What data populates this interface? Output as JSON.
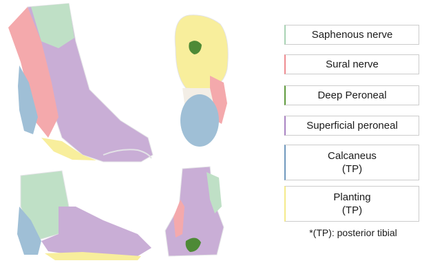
{
  "legend": [
    {
      "label": "Saphenous nerve",
      "color": "#a9d3b4"
    },
    {
      "label": "Sural nerve",
      "color": "#ee8b90"
    },
    {
      "label": "Deep Peroneal",
      "color": "#5f9a3d"
    },
    {
      "label": "Superficial peroneal",
      "color": "#a983c2"
    },
    {
      "label": "Calcaneus\n(TP)",
      "color": "#6f98bd"
    },
    {
      "label": "Planting\n(TP)",
      "color": "#f5ea8a"
    }
  ],
  "note": "*(TP): posterior tibial",
  "colors": {
    "saphenous": "#bfe0c6",
    "sural": "#f4a9ac",
    "deep_peroneal": "#4e8a36",
    "superficial_peroneal": "#c9aed6",
    "calcaneus": "#9fbfd6",
    "planting": "#f8ee9c",
    "outline": "#e3e3e6"
  }
}
